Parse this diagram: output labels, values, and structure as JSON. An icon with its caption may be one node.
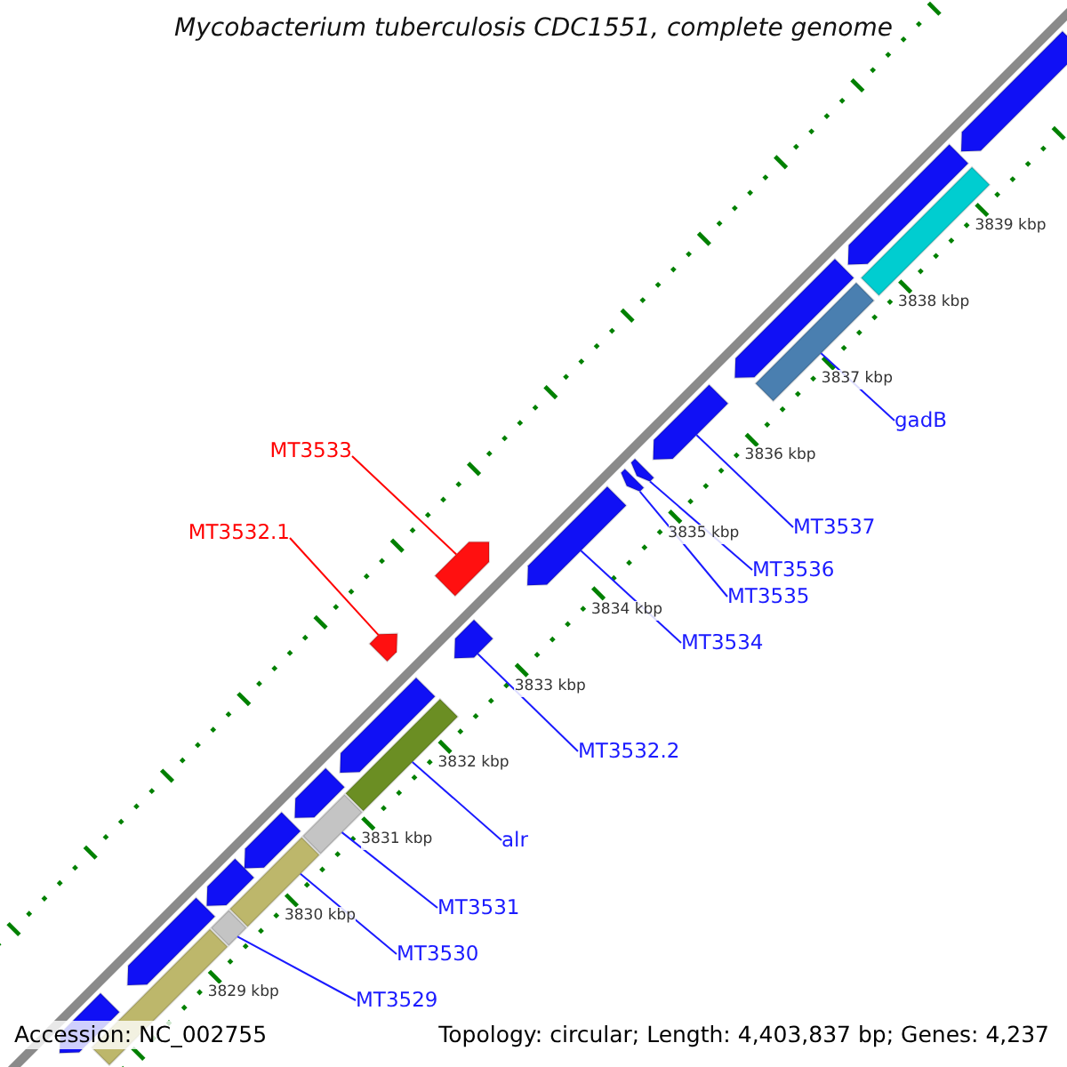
{
  "diagram": {
    "title": "Mycobacterium tuberculosis CDC1551, complete genome",
    "nodes": [
      {
        "text": [
          "MT3533"
        ]
      },
      {
        "text": [
          "MT3532.1"
        ]
      },
      {
        "text": [
          "gadB"
        ]
      },
      {
        "text": [
          "MT3537"
        ]
      },
      {
        "text": [
          "MT3536"
        ]
      },
      {
        "text": [
          "MT3535"
        ]
      },
      {
        "text": [
          "MT3534"
        ]
      },
      {
        "text": [
          "MT3532.2"
        ]
      },
      {
        "text": [
          "alr"
        ]
      },
      {
        "text": [
          "MT3531"
        ]
      },
      {
        "text": [
          "MT3530"
        ]
      },
      {
        "text": [
          "MT3529"
        ]
      },
      {
        "text": [],
        "shape": "pentagon"
      },
      {
        "text": [],
        "shape": "pentagon"
      },
      {
        "text": [],
        "shape": "pentagon"
      },
      {
        "text": [],
        "shape": "pentagon"
      },
      {
        "text": [],
        "shape": "pentagon"
      },
      {
        "text": [],
        "shape": "pentagon"
      },
      {
        "text": [],
        "shape": "pentagon"
      },
      {
        "text": [],
        "shape": "pentagon"
      },
      {
        "text": [],
        "shape": "pentagon"
      },
      {
        "text": [],
        "shape": "pentagon"
      },
      {
        "text": [],
        "shape": "pentagon"
      },
      {
        "text": [],
        "shape": "pentagon"
      },
      {
        "text": [],
        "shape": "pentagon"
      },
      {
        "text": [],
        "shape": "pentagon"
      },
      {
        "text": [],
        "shape": "pentagon"
      },
      {
        "text": [],
        "shape": "pentagon"
      },
      {
        "text": [],
        "shape": "bar"
      },
      {
        "text": [],
        "shape": "bar"
      },
      {
        "text": [],
        "shape": "bar"
      },
      {
        "text": [],
        "shape": "bar"
      },
      {
        "text": [],
        "shape": "bar"
      },
      {
        "text": [],
        "shape": "bar"
      },
      {
        "text": [],
        "shape": "bar"
      }
    ],
    "edges": [
      {
        "from": 0,
        "to": 12,
        "arrow": "none",
        "color": "#ff0000"
      },
      {
        "from": 1,
        "to": 13,
        "arrow": "none",
        "color": "#ff0000"
      },
      {
        "from": 2,
        "to": 29,
        "arrow": "none"
      },
      {
        "from": 3,
        "to": 17,
        "arrow": "none"
      },
      {
        "from": 4,
        "to": 18,
        "arrow": "none"
      },
      {
        "from": 5,
        "to": 19,
        "arrow": "none"
      },
      {
        "from": 6,
        "to": 20,
        "arrow": "none"
      },
      {
        "from": 7,
        "to": 21,
        "arrow": "none"
      },
      {
        "from": 8,
        "to": 30,
        "arrow": "none"
      },
      {
        "from": 9,
        "to": 31,
        "arrow": "none"
      },
      {
        "from": 10,
        "to": 32,
        "arrow": "none"
      },
      {
        "from": 11,
        "to": 33,
        "arrow": "none"
      }
    ],
    "labels": [
      "3839 kbp",
      "3838 kbp",
      "3837 kbp",
      "3836 kbp",
      "3835 kbp",
      "3834 kbp",
      "3833 kbp",
      "3832 kbp",
      "3831 kbp",
      "3830 kbp",
      "3829 kbp",
      "Accession: NC_002755",
      "Topology: circular; Length: 4,403,837 bp; Genes: 4,237"
    ]
  }
}
